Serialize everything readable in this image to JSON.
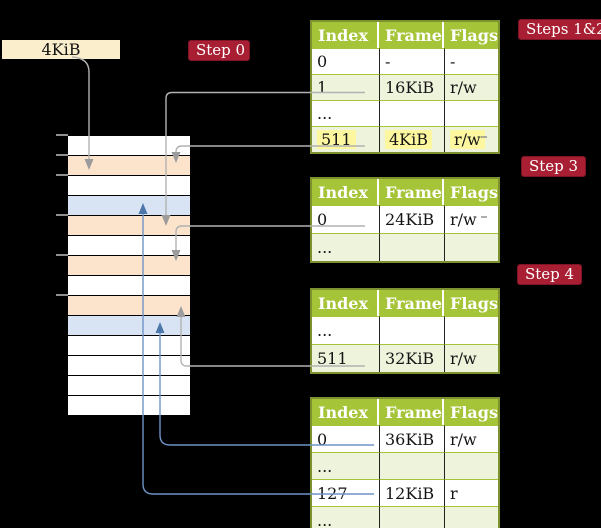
{
  "box": {
    "label": "4KiB"
  },
  "steps": {
    "step0": "Step 0",
    "steps12": "Steps 1&2",
    "step3": "Step 3",
    "step4": "Step 4"
  },
  "tables": [
    {
      "headers": [
        "Index",
        "Frame",
        "Flags"
      ],
      "rows": [
        {
          "cells": [
            "0",
            "-",
            "-"
          ],
          "tint": false,
          "highlight": false
        },
        {
          "cells": [
            "1",
            "16KiB",
            "r/w"
          ],
          "tint": true,
          "highlight": false
        },
        {
          "cells": [
            "...",
            "",
            ""
          ],
          "tint": false,
          "highlight": false
        },
        {
          "cells": [
            "511",
            "4KiB",
            "r/w"
          ],
          "tint": true,
          "highlight": true
        }
      ]
    },
    {
      "headers": [
        "Index",
        "Frame",
        "Flags"
      ],
      "rows": [
        {
          "cells": [
            "0",
            "24KiB",
            "r/w"
          ],
          "tint": false,
          "highlight": false
        },
        {
          "cells": [
            "...",
            "",
            ""
          ],
          "tint": true,
          "highlight": false
        }
      ]
    },
    {
      "headers": [
        "Index",
        "Frame",
        "Flags"
      ],
      "rows": [
        {
          "cells": [
            "...",
            "",
            ""
          ],
          "tint": false,
          "highlight": false
        },
        {
          "cells": [
            "511",
            "32KiB",
            "r/w"
          ],
          "tint": true,
          "highlight": false
        }
      ]
    },
    {
      "headers": [
        "Index",
        "Frame",
        "Flags"
      ],
      "rows": [
        {
          "cells": [
            "0",
            "36KiB",
            "r/w"
          ],
          "tint": false,
          "highlight": false
        },
        {
          "cells": [
            "...",
            "",
            ""
          ],
          "tint": true,
          "highlight": false
        },
        {
          "cells": [
            "127",
            "12KiB",
            "r"
          ],
          "tint": false,
          "highlight": false
        },
        {
          "cells": [
            "...",
            "",
            ""
          ],
          "tint": true,
          "highlight": false
        }
      ]
    }
  ],
  "memory": {
    "rows": [
      "white",
      "orange",
      "white",
      "blue",
      "orange",
      "white",
      "orange",
      "white",
      "orange",
      "blue",
      "white",
      "white",
      "white",
      "white"
    ]
  },
  "colors": {
    "background": "#000000",
    "box_cream": "#fbeecd",
    "step_red": "#a81e32",
    "table_header_green": "#a5c438",
    "table_row_tint": "#eef3dc",
    "table_border": "#7d9130",
    "memory_orange": "#fce4cc",
    "memory_blue": "#d8e4f3",
    "highlight_yellow": "#fdf7a0",
    "arrow_gray": "#b2b2b2",
    "arrow_blue": "#6f93c5"
  }
}
